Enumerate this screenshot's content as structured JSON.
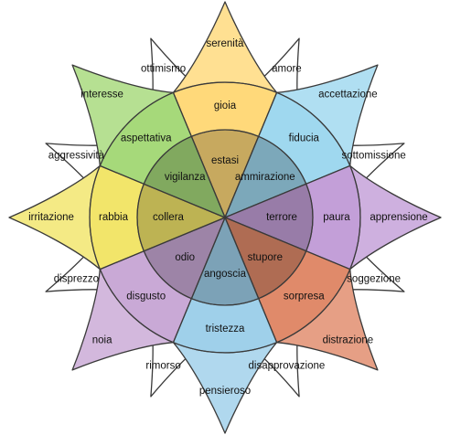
{
  "petals": [
    {
      "id": "joy",
      "color": "#ffd97a",
      "outer": "serenità",
      "mid": "gioia",
      "inner": "estasi"
    },
    {
      "id": "trust",
      "color": "#9fd8ef",
      "outer": "accettazione",
      "mid": "fiducia",
      "inner": "ammirazione"
    },
    {
      "id": "fear",
      "color": "#c39fd8",
      "outer": "apprensione",
      "mid": "paura",
      "inner": "terrore"
    },
    {
      "id": "surprise",
      "color": "#e08a6a",
      "outer": "distrazione",
      "mid": "sorpresa",
      "inner": "stupore"
    },
    {
      "id": "sadness",
      "color": "#9fd0ea",
      "outer": "pensieroso",
      "mid": "tristezza",
      "inner": "angoscia"
    },
    {
      "id": "disgust",
      "color": "#c9a9d6",
      "outer": "noia",
      "mid": "disgusto",
      "inner": "odio"
    },
    {
      "id": "anger",
      "color": "#f2e56a",
      "outer": "irritazione",
      "mid": "rabbia",
      "inner": "collera"
    },
    {
      "id": "anticipation",
      "color": "#a6d97a",
      "outer": "interesse",
      "mid": "aspettativa",
      "inner": "vigilanza"
    }
  ],
  "dyads": [
    {
      "id": "love",
      "label": "amore"
    },
    {
      "id": "submission",
      "label": "sottomissione"
    },
    {
      "id": "awe",
      "label": "soggezione"
    },
    {
      "id": "disapproval",
      "label": "disapprovazione"
    },
    {
      "id": "remorse",
      "label": "rimorso"
    },
    {
      "id": "contempt",
      "label": "disprezzo"
    },
    {
      "id": "aggressiveness",
      "label": "aggressività"
    },
    {
      "id": "optimism",
      "label": "ottimismo"
    }
  ]
}
